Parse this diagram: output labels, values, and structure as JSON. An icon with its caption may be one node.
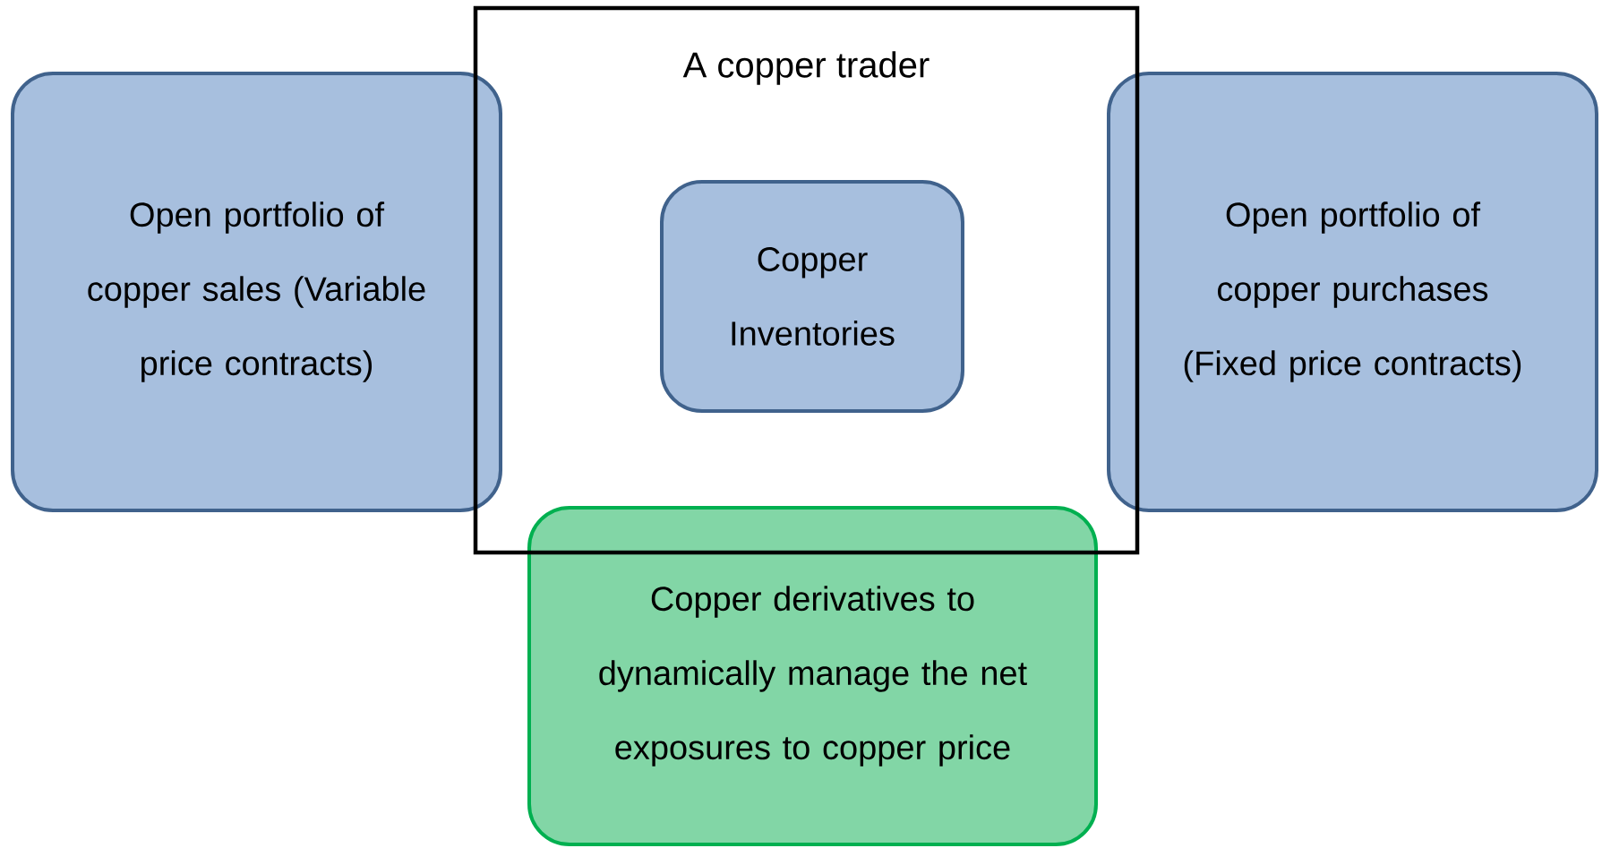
{
  "diagram": {
    "nodes": [
      {
        "text": [
          "A copper trader"
        ]
      },
      {
        "text": [
          "Open portfolio of copper sales (Variable price contracts)"
        ]
      },
      {
        "text": [
          "Copper Inventories"
        ],
        "in": 0
      },
      {
        "text": [
          "Open portfolio of copper purchases (Fixed price contracts)"
        ]
      },
      {
        "text": [
          "Copper derivatives to dynamically manage the net exposures to copper price"
        ]
      }
    ]
  }
}
